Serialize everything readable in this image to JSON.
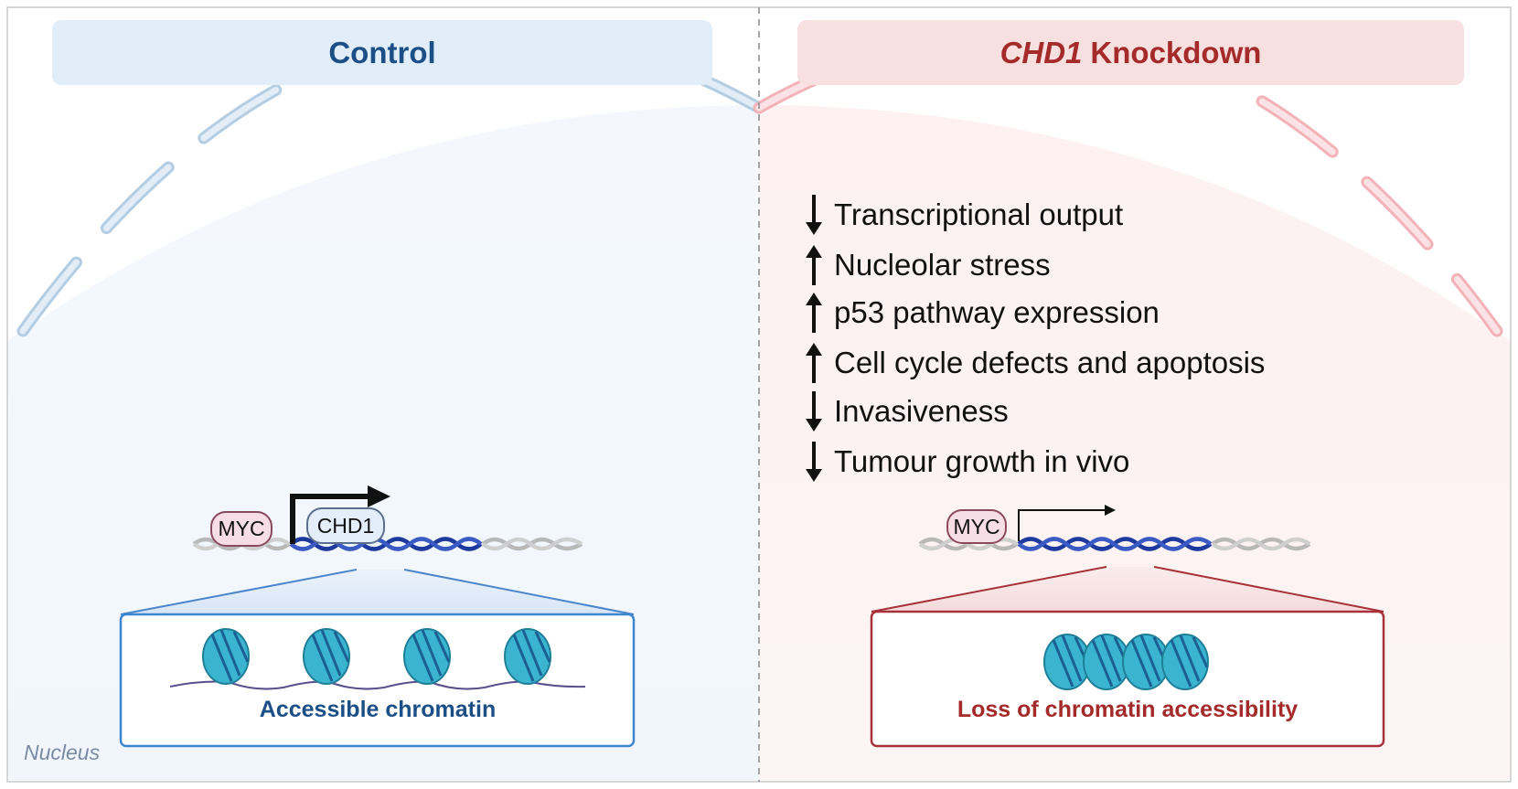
{
  "left_panel": {
    "title": "Control",
    "promoter_factor": "MYC",
    "gene_label": "CHD1",
    "box_label": "Accessible chromatin",
    "nucleus_label": "Nucleus"
  },
  "right_panel": {
    "title_gene": "CHD1",
    "title_rest": "Knockdown",
    "promoter_factor": "MYC",
    "box_label": "Loss of chromatin accessibility",
    "outcomes": [
      {
        "direction": "down",
        "text": "Transcriptional output"
      },
      {
        "direction": "up",
        "text": "Nucleolar stress"
      },
      {
        "direction": "up",
        "text": "p53 pathway expression"
      },
      {
        "direction": "up",
        "text": "Cell cycle defects and apoptosis"
      },
      {
        "direction": "down",
        "text": "Invasiveness"
      },
      {
        "direction": "down",
        "text": "Tumour growth in vivo"
      }
    ]
  },
  "colors": {
    "control_accent": "#1b4f86",
    "knockdown_accent": "#a52a2a",
    "dna_active": "#1f3a9e",
    "dna_inactive": "#b8b8b8",
    "nucleosome": "#3ab4cf"
  }
}
